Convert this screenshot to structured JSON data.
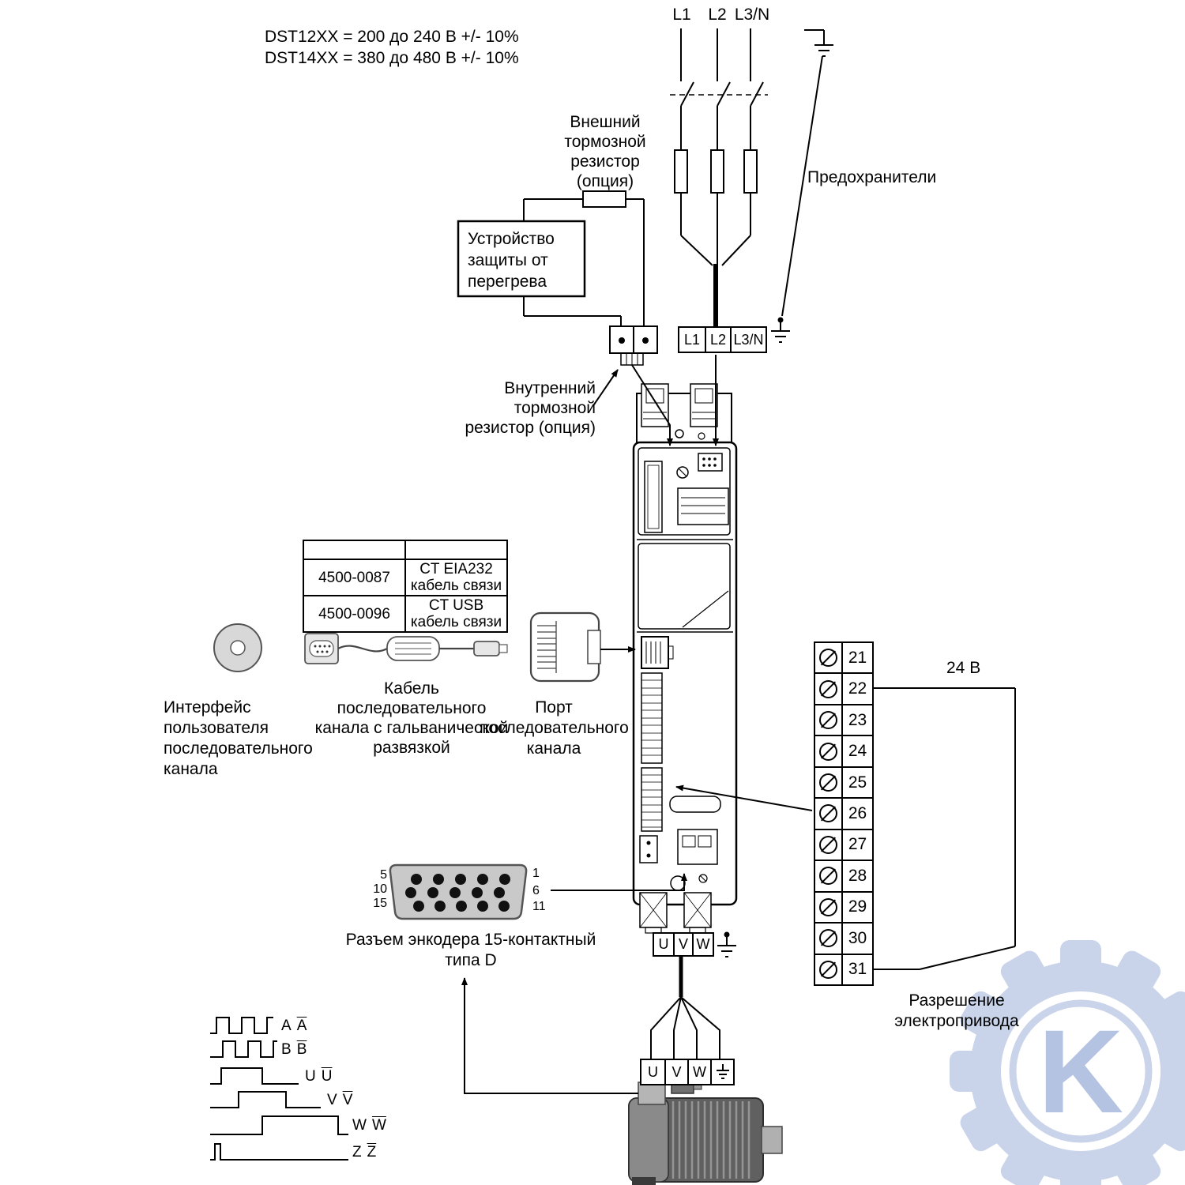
{
  "notes": {
    "voltage": [
      "DST12XX = 200 до 240 В +/- 10%",
      "DST14XX = 380 до 480 В +/- 10%"
    ]
  },
  "supply": {
    "phases": [
      "L1",
      "L2",
      "L3/N"
    ],
    "fuses_label": "Предохранители",
    "input_terminals": [
      "L1",
      "L2",
      "L3/N"
    ]
  },
  "brake": {
    "external": "Внешний\nтормозной\nрезистор\n(опция)",
    "overheat_device": "Устройство\nзащиты от\nперегрева",
    "internal": "Внутренний\nтормозной\nрезистор (опция)"
  },
  "serial": {
    "table": {
      "rows": [
        [
          "4500-0087",
          "CT EIA232\nкабель связи"
        ],
        [
          "4500-0096",
          "CT USB\nкабель связи"
        ]
      ]
    },
    "interface_label": "Интерфейс\nпользователя\nпоследовательного\nканала",
    "cable_label": "Кабель последовательного\nканала с гальванической\nразвязкой",
    "port_label": "Порт\nпоследовательного\nканала"
  },
  "control_terminals": {
    "numbers": [
      "21",
      "22",
      "23",
      "24",
      "25",
      "26",
      "27",
      "28",
      "29",
      "30",
      "31"
    ],
    "supply_label": "24 В",
    "enable_label": "Разрешение\nэлектропривода"
  },
  "encoder": {
    "label": "Разъем энкодера 15-контактный\nтипа D",
    "pins_left": [
      "5",
      "10",
      "15"
    ],
    "pins_right": [
      "1",
      "6",
      "11"
    ],
    "signals": [
      "A",
      "B",
      "U",
      "V",
      "W",
      "Z"
    ]
  },
  "output": {
    "drive_terminals": [
      "U",
      "V",
      "W"
    ],
    "motor_terminals": [
      "U",
      "V",
      "W"
    ]
  },
  "watermark": {
    "letter": "K"
  }
}
